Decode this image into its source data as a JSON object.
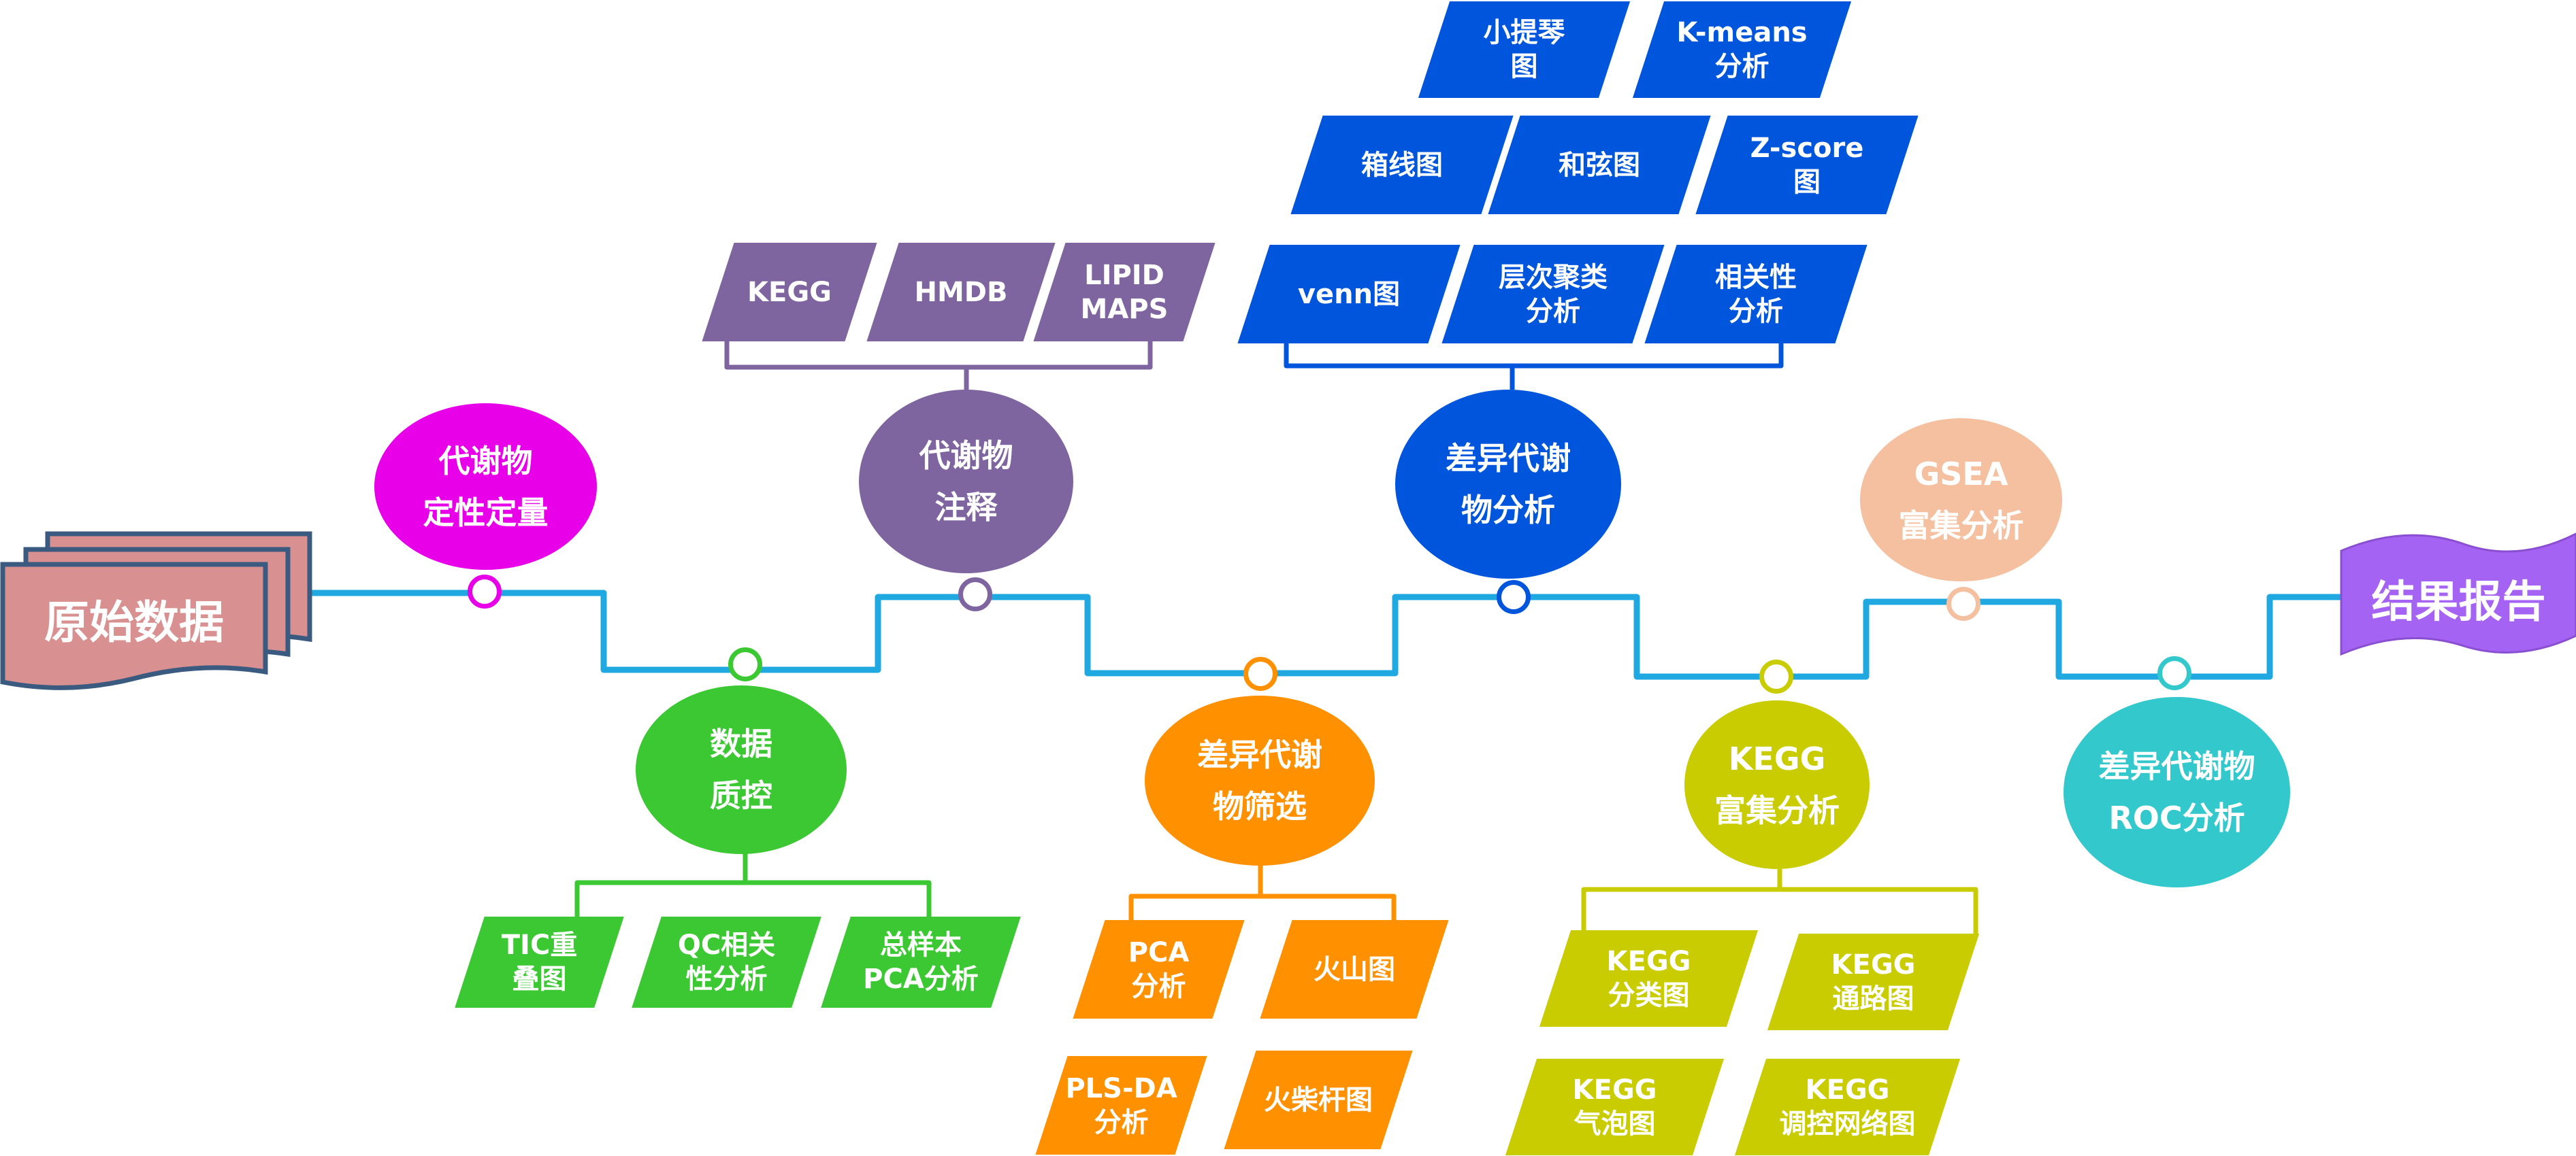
{
  "colors": {
    "timeline": "#20A8E0",
    "magenta": "#E800E8",
    "green": "#3CC832",
    "purple": "#7E65A0",
    "orange": "#FF9000",
    "blue": "#0055DD",
    "olive": "#C8CC00",
    "peach": "#F5C0A0",
    "teal": "#33C8CC",
    "report": "#A463F2",
    "origin_fill": "#D89090",
    "origin_border": "#3A5A80"
  },
  "start": {
    "label": "原始数据"
  },
  "end": {
    "label": "结果报告"
  },
  "steps": {
    "quant": {
      "label": "代谢物\n定性定量"
    },
    "qc": {
      "label": "数据\n质控"
    },
    "annot": {
      "label": "代谢物\n注释"
    },
    "screen": {
      "label": "差异代谢\n物筛选"
    },
    "diffana": {
      "label": "差异代谢\n物分析"
    },
    "kegg": {
      "label": "KEGG\n富集分析"
    },
    "gsea": {
      "label": "GSEA\n富集分析"
    },
    "roc": {
      "label": "差异代谢物\nROC分析"
    }
  },
  "boxes": {
    "qc": [
      "TIC重\n叠图",
      "QC相关\n性分析",
      "总样本\nPCA分析"
    ],
    "annot": [
      "KEGG",
      "HMDB",
      "LIPID\nMAPS"
    ],
    "screen": [
      "PCA\n分析",
      "火山图",
      "PLS-DA\n分析",
      "火柴杆图"
    ],
    "diffana": [
      "小提琴\n图",
      "K-means\n分析",
      "箱线图",
      "和弦图",
      "Z-score\n图",
      "venn图",
      "层次聚类\n分析",
      "相关性\n分析"
    ],
    "kegg": [
      "KEGG\n分类图",
      "KEGG\n通路图",
      "KEGG\n气泡图",
      "KEGG\n调控网络图"
    ]
  }
}
